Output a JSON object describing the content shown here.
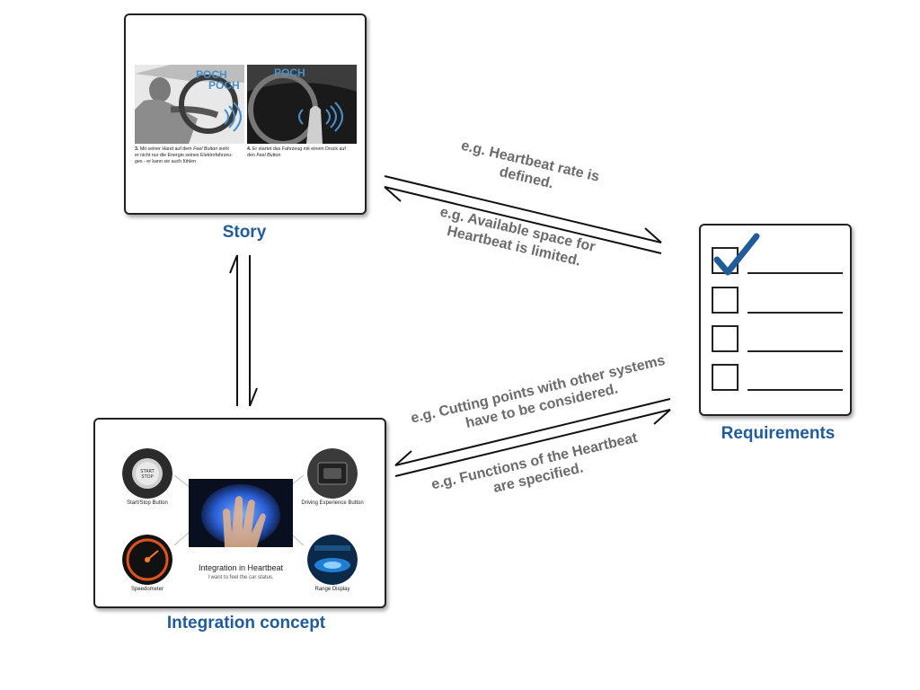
{
  "colors": {
    "accent": "#1f5c99",
    "annotation": "#6b6b6b",
    "check": "#1f5c99"
  },
  "story": {
    "caption": "Story",
    "poch_left": [
      "POCH",
      "POCH"
    ],
    "poch_right": [
      "POCH"
    ],
    "text_left": [
      "3.",
      " Mit seiner Hand auf dem ",
      "Feel Button",
      " sieht",
      "er nicht nur die Energie seines Elektrofahrzeu-",
      "ges - er kann sie auch fühlen"
    ],
    "text_right": [
      "4.",
      " Er startet das Fahrzeug mit einem Druck auf",
      "den ",
      "Feel Button"
    ]
  },
  "requirements": {
    "caption": "Requirements",
    "items": 4,
    "checked_index": 0
  },
  "integration": {
    "caption": "Integration concept",
    "title": "Integration in Heartbeat",
    "subtitle": "I want to feel the car status.",
    "thumbs": [
      {
        "label": "Start/Stop Button",
        "icon": "start-stop-button-icon"
      },
      {
        "label": "Driving Experience Button",
        "icon": "driving-experience-button-icon"
      },
      {
        "label": "Speedometer",
        "icon": "speedometer-icon"
      },
      {
        "label": "Range Display",
        "icon": "range-display-icon"
      }
    ]
  },
  "annotations": {
    "story_to_req": [
      "e.g. Heartbeat rate is",
      "defined."
    ],
    "req_to_story": [
      "e.g. Available space for",
      "Heartbeat is limited."
    ],
    "req_to_int": [
      "e.g. Cutting points with other systems",
      "have to be considered."
    ],
    "int_to_req": [
      "e.g. Functions of the Heartbeat",
      "are specified."
    ]
  }
}
